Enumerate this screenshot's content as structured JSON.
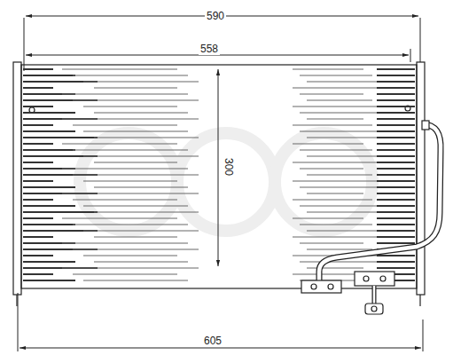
{
  "diagram": {
    "labels": [
      "590",
      "558",
      "300",
      "605"
    ]
  }
}
